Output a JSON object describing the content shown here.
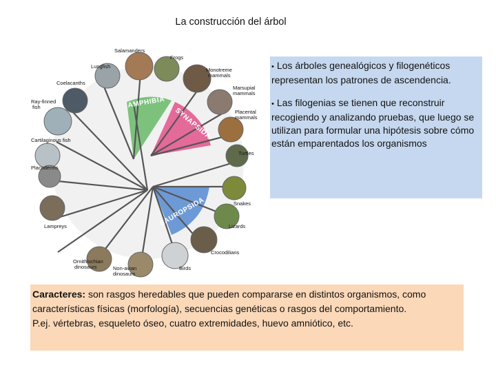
{
  "title": "La construcción del árbol",
  "tree": {
    "taxa": [
      "Salamanders",
      "Frogs",
      "Lungfish",
      "Monotreme",
      "mammals",
      "Coelacanths",
      "Marsupial",
      "mammals",
      "Ray-finned",
      "fish",
      "Placental",
      "mammals",
      "Cartilaginous fish",
      "Turtles",
      "Placoderms",
      "Snakes",
      "Lampreys",
      "Lizards",
      "Crocodilians",
      "Ornithischian",
      "dinosaurs",
      "Non-avian",
      "dinosaurs",
      "Birds"
    ],
    "clades": [
      "AMPHIBIA",
      "SYNAPSIDA",
      "SAUROPSIDA"
    ],
    "colors": {
      "amphibia": "#6bb46b",
      "synapsida": "#e0598e",
      "sauropsida": "#5c8fcf",
      "trunk": "#5a5a5a",
      "fan_bg": "#eeeeee"
    }
  },
  "bullets": [
    "Los árboles genealógicos y filogenéticos representan los patrones de ascendencia.",
    "Las filogenias se tienen que reconstruir recogiendo y analizando pruebas, que luego se utilizan para formular una hipótesis sobre cómo están emparentados los organismos"
  ],
  "characters": {
    "heading": "Caracteres:",
    "text": " son rasgos heredables que pueden compararse en distintos organismos, como características físicas (morfología), secuencias genéticas o rasgos del comportamiento.",
    "example": "P.ej. vértebras, esqueleto óseo, cuatro extremidades, huevo amniótico, etc."
  }
}
